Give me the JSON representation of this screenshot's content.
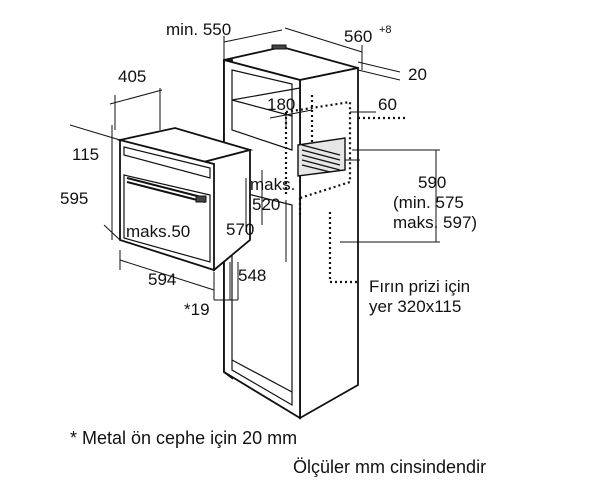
{
  "diagram": {
    "labels": {
      "min_550": "min. 550",
      "d560": "560",
      "d560_sup": "+8",
      "d20": "20",
      "d405": "405",
      "d180": "180",
      "d60": "60",
      "d115": "115",
      "maks": "maks.",
      "d520": "520",
      "d595": "595",
      "maks50": "maks.50",
      "d570": "570",
      "d590": "590",
      "min575": "(min. 575",
      "maks597": "maks. 597)",
      "d594": "594",
      "d548": "548",
      "star19": "*19",
      "socket_line1": "Fırın prizi için",
      "socket_line2": "yer 320x115"
    },
    "footnote": "* Metal ön cephe için 20 mm",
    "units_note": "Ölçüler mm cinsindendir"
  }
}
